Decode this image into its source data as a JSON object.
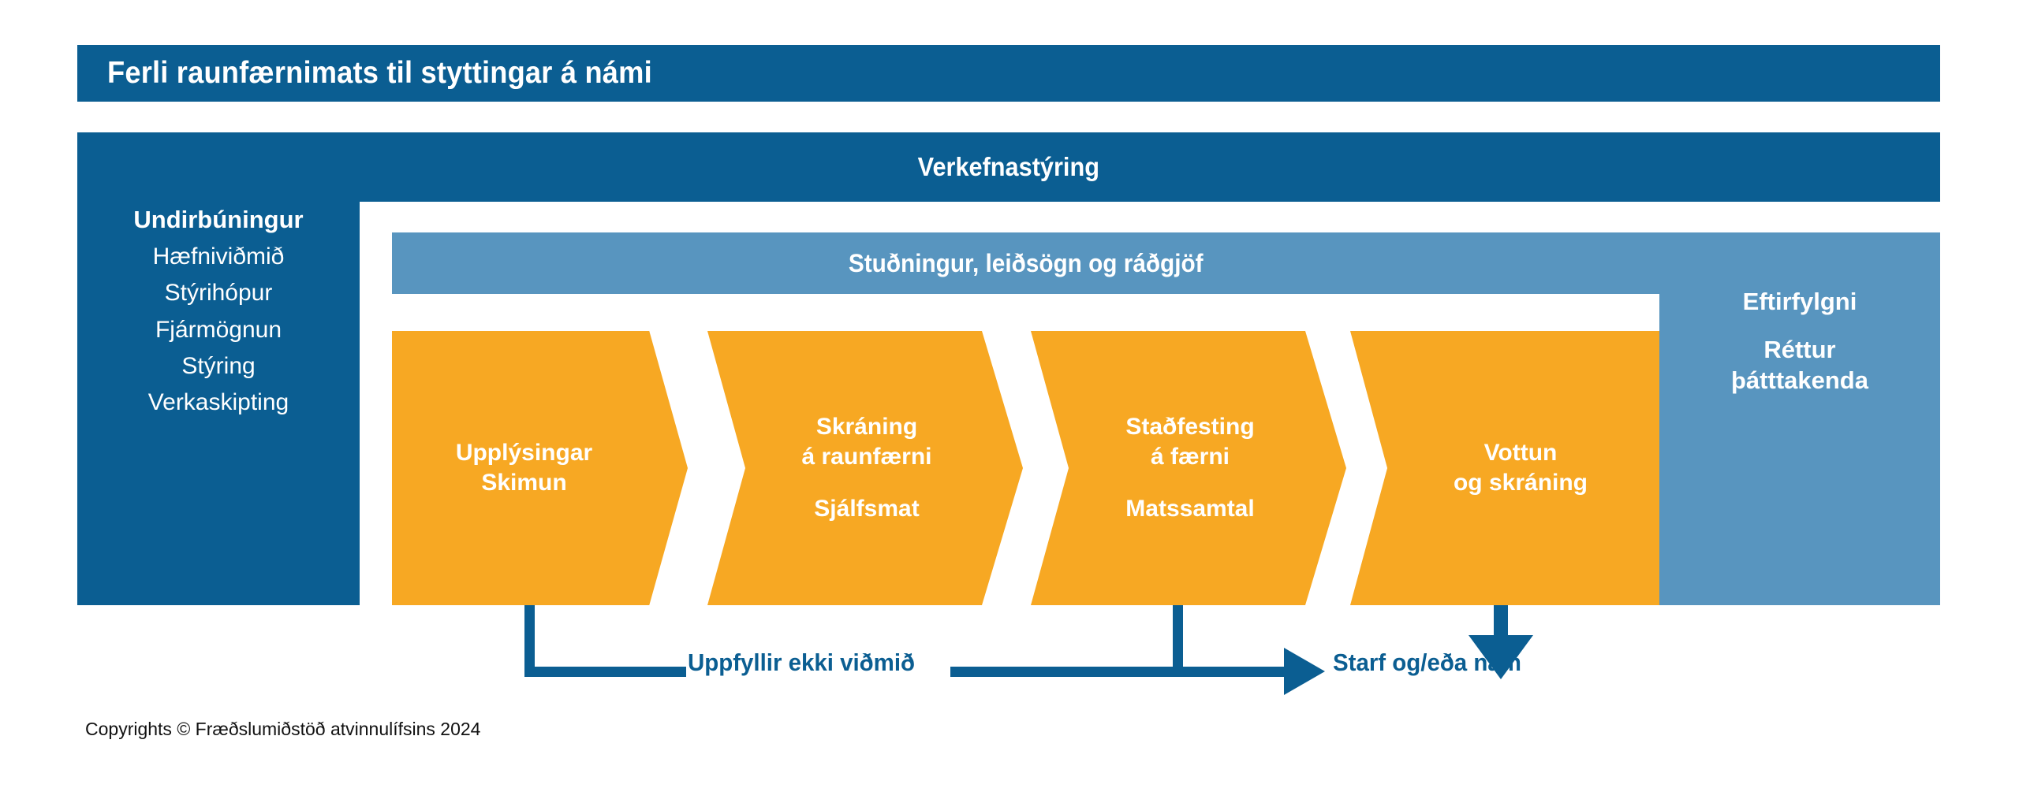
{
  "title": "Ferli raunfærnimats til styttingar á námi",
  "project_management": {
    "label": "Verkefnastýring"
  },
  "preparation": {
    "heading": "Undirbúningur",
    "items": [
      "Hæfniviðmið",
      "Stýrihópur",
      "Fjármögnun",
      "Stýring",
      "Verkaskipting"
    ]
  },
  "support": {
    "label": "Stuðningur, leiðsögn og ráðgjöf"
  },
  "follow_up": {
    "heading": "Eftirfylgni",
    "sub_line1": "Réttur",
    "sub_line2": "þátttakenda"
  },
  "stages": [
    {
      "line1": "Upplýsingar",
      "line2": "Skimun",
      "line3": ""
    },
    {
      "line1": "Skráning",
      "line2": "á raunfærni",
      "line3": "Sjálfsmat"
    },
    {
      "line1": "Staðfesting",
      "line2": "á færni",
      "line3": "Matssamtal"
    },
    {
      "line1": "Vottun",
      "line2": "og skráning",
      "line3": ""
    }
  ],
  "flow": {
    "not_meeting_criteria": "Uppfyllir ekki viðmið",
    "outcome": "Starf og/eða nám"
  },
  "footer": {
    "copyright": "Copyrights © Fræðslumiðstöð atvinnulífsins 2024"
  },
  "colors": {
    "dark_blue": "#0B5E92",
    "light_blue": "#5895BF",
    "orange": "#F7A823",
    "white": "#FFFFFF"
  }
}
